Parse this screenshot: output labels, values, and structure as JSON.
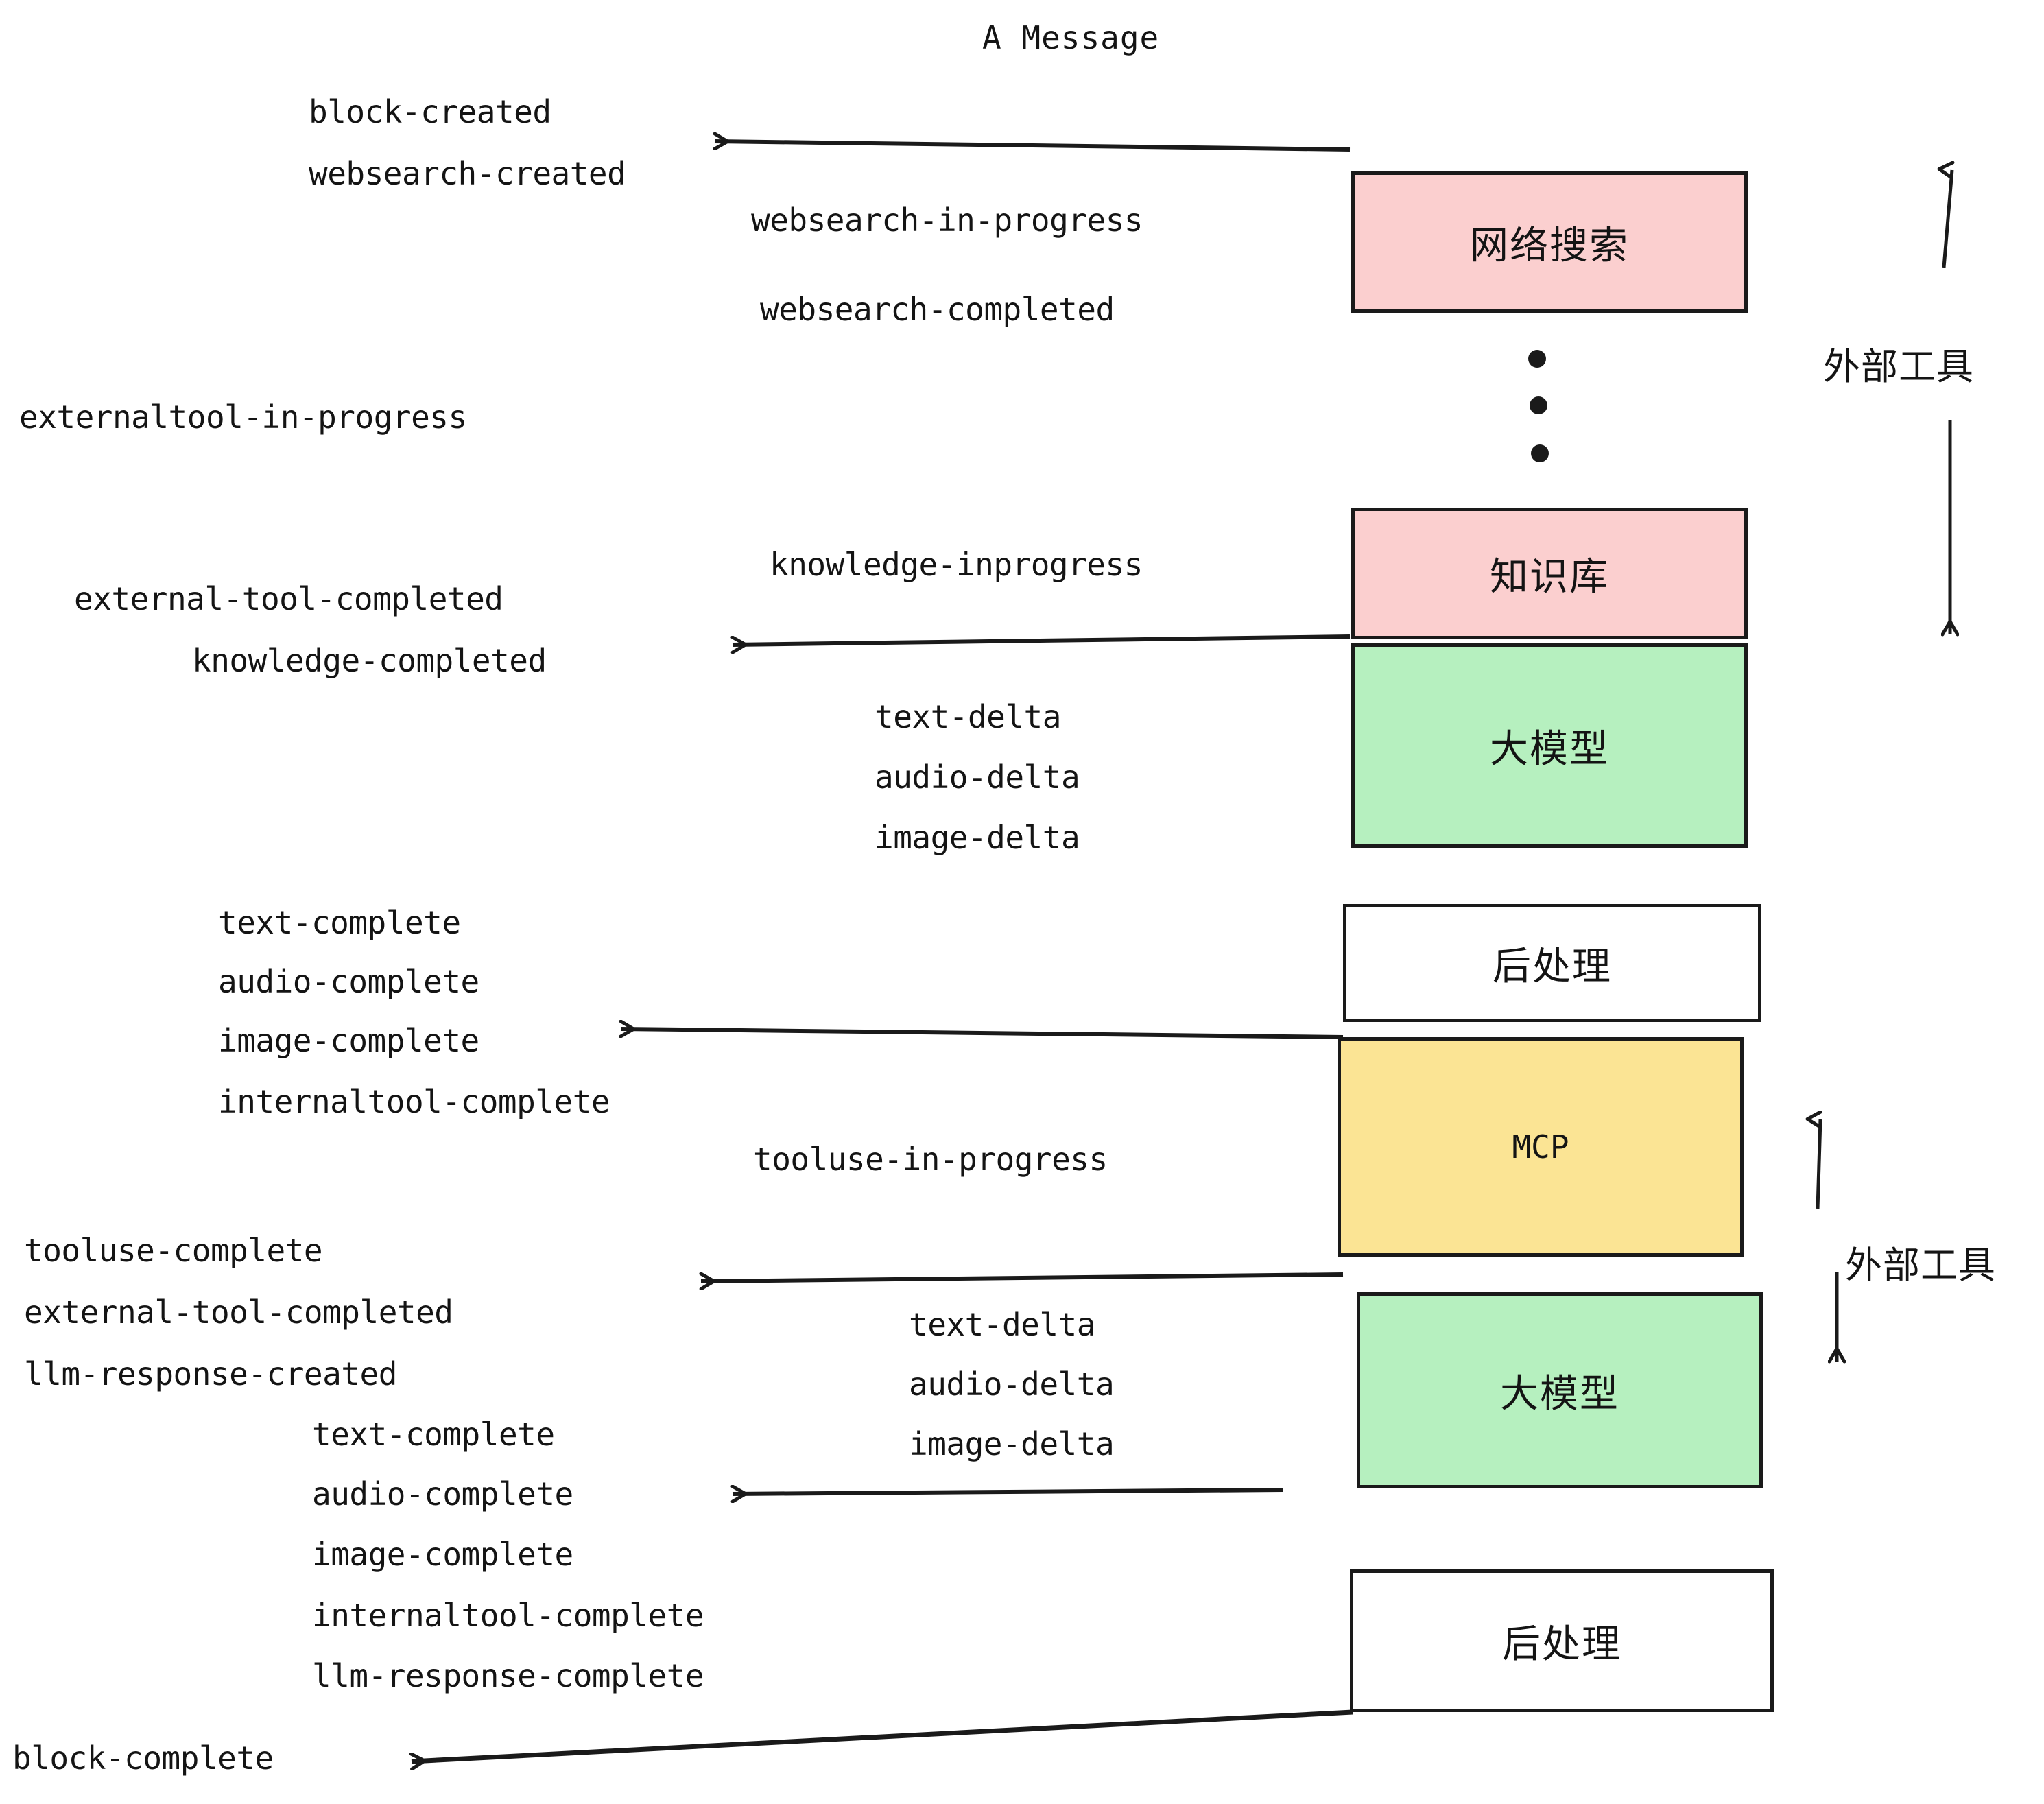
{
  "diagram": {
    "title": "A Message",
    "colors": {
      "tool_pink": "#fbcfcf",
      "llm_green": "#b6f0bf",
      "mcp_yellow": "#fbe494",
      "postprocess_white": "#ffffff",
      "stroke": "#1a1a1a",
      "text": "#141414",
      "background": "#ffffff"
    },
    "boxes": [
      {
        "id": "websearch",
        "label": "网络搜索",
        "fill": "#fbcfcf"
      },
      {
        "id": "knowledge",
        "label": "知识库",
        "fill": "#fbcfcf"
      },
      {
        "id": "llm-1",
        "label": "大模型",
        "fill": "#b6f0bf"
      },
      {
        "id": "postprocess-1",
        "label": "后处理",
        "fill": "#ffffff"
      },
      {
        "id": "mcp",
        "label": "MCP",
        "fill": "#fbe494"
      },
      {
        "id": "llm-2",
        "label": "大模型",
        "fill": "#b6f0bf"
      },
      {
        "id": "postprocess-2",
        "label": "后处理",
        "fill": "#ffffff"
      }
    ],
    "side_labels": [
      {
        "id": "external-tool-top",
        "label": "外部工具"
      },
      {
        "id": "external-tool-bottom",
        "label": "外部工具"
      }
    ],
    "events": {
      "block_created": "block-created",
      "websearch_created": "websearch-created",
      "websearch_in_progress": "websearch-in-progress",
      "websearch_completed": "websearch-completed",
      "externaltool_in_progress": "externaltool-in-progress",
      "knowledge_inprogress": "knowledge-inprogress",
      "external_tool_completed_1": "external-tool-completed",
      "knowledge_completed": "knowledge-completed",
      "text_delta_1": "text-delta",
      "audio_delta_1": "audio-delta",
      "image_delta_1": "image-delta",
      "text_complete_1": "text-complete",
      "audio_complete_1": "audio-complete",
      "image_complete_1": "image-complete",
      "internaltool_complete_1": "internaltool-complete",
      "tooluse_in_progress": "tooluse-in-progress",
      "tooluse_complete": "tooluse-complete",
      "external_tool_completed_2": "external-tool-completed",
      "llm_response_created": "llm-response-created",
      "text_delta_2": "text-delta",
      "audio_delta_2": "audio-delta",
      "image_delta_2": "image-delta",
      "text_complete_2": "text-complete",
      "audio_complete_2": "audio-complete",
      "image_complete_2": "image-complete",
      "internaltool_complete_2": "internaltool-complete",
      "llm_response_complete": "llm-response-complete",
      "block_complete": "block-complete"
    }
  }
}
